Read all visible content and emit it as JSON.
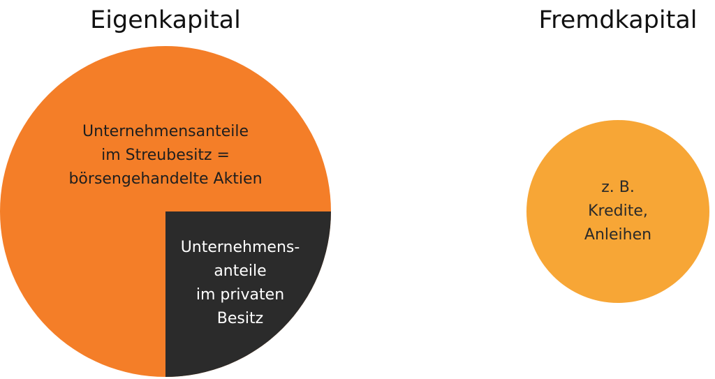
{
  "titles": {
    "equity": "Eigenkapital",
    "debt": "Fremdkapital"
  },
  "equity_circle": {
    "public_share_lines": [
      "Unternehmensanteile",
      "im Streubesitz =",
      "börsengehandelte Aktien"
    ],
    "private_share_lines": [
      "Unternehmens-",
      "anteile",
      "im privaten",
      "Besitz"
    ]
  },
  "debt_circle": {
    "lines": [
      "z. B.",
      "Kredite,",
      "Anleihen"
    ]
  },
  "colors": {
    "equity_public": "#F47E28",
    "equity_private": "#2B2B2B",
    "debt": "#F7A636"
  }
}
